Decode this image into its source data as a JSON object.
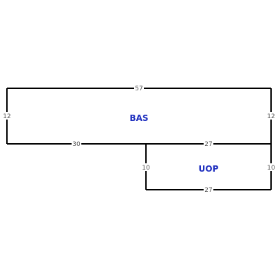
{
  "areas": [
    {
      "label": "BAS",
      "color": "#1f2fbf"
    },
    {
      "label": "UOP",
      "color": "#1f2fbf"
    }
  ],
  "dimensions": {
    "bas_top": "57",
    "bas_left": "12",
    "bas_right": "12",
    "bas_bottom_left": "30",
    "bas_bottom_right": "27",
    "uop_left": "10",
    "uop_right": "10",
    "uop_bottom": "27"
  }
}
